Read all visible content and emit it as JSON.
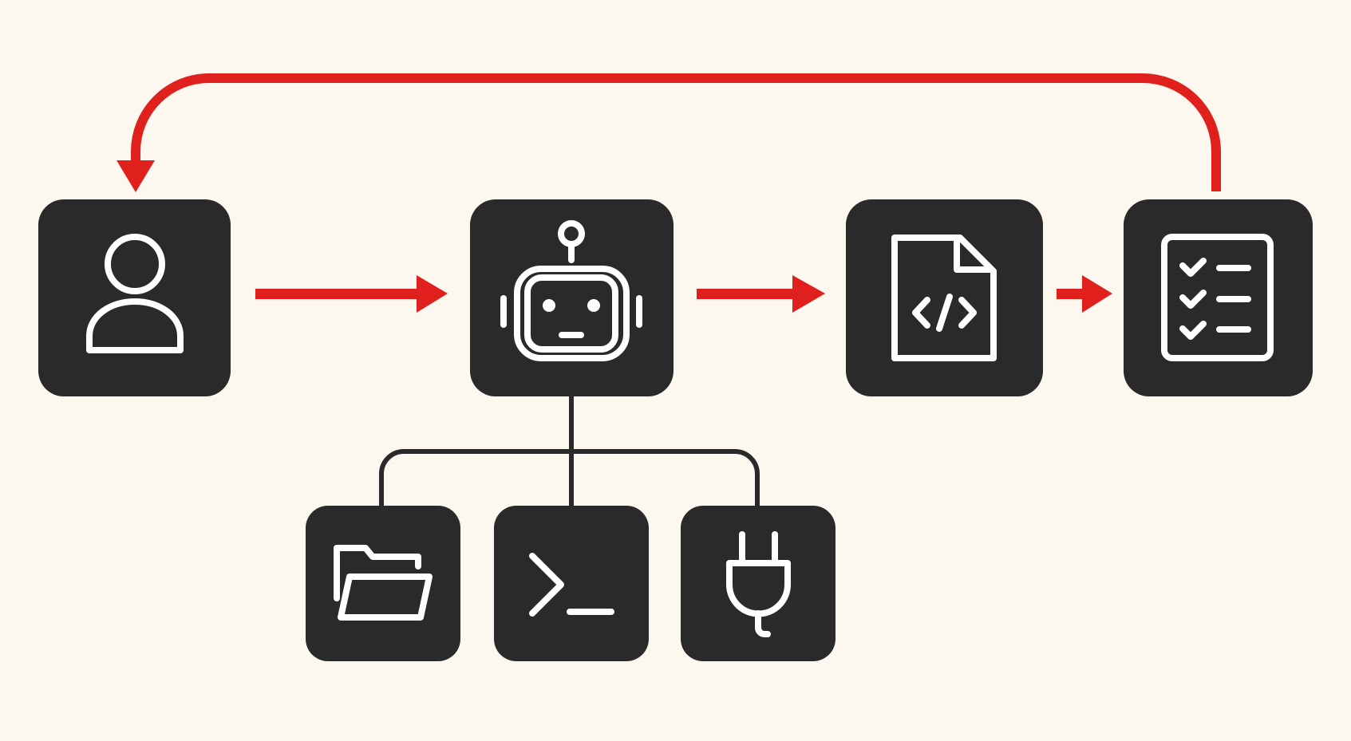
{
  "colors": {
    "background": "#fcf8f0",
    "node_fill": "#2a2a2a",
    "icon_stroke": "#ffffff",
    "flow_arrow": "#e0201c",
    "connector": "#2a2a2a"
  },
  "nodes": [
    {
      "id": "user",
      "icon": "user-icon"
    },
    {
      "id": "agent",
      "icon": "robot-icon"
    },
    {
      "id": "code-file",
      "icon": "code-file-icon"
    },
    {
      "id": "checklist",
      "icon": "checklist-icon"
    },
    {
      "id": "folder",
      "icon": "folder-icon"
    },
    {
      "id": "terminal",
      "icon": "terminal-icon"
    },
    {
      "id": "plugin",
      "icon": "plug-icon"
    }
  ],
  "edges": [
    {
      "from": "user",
      "to": "agent",
      "style": "flow-arrow"
    },
    {
      "from": "agent",
      "to": "code-file",
      "style": "flow-arrow"
    },
    {
      "from": "code-file",
      "to": "checklist",
      "style": "flow-arrow"
    },
    {
      "from": "checklist",
      "to": "user",
      "style": "loop-arrow"
    },
    {
      "from": "agent",
      "to": "folder",
      "style": "connector"
    },
    {
      "from": "agent",
      "to": "terminal",
      "style": "connector"
    },
    {
      "from": "agent",
      "to": "plugin",
      "style": "connector"
    }
  ]
}
